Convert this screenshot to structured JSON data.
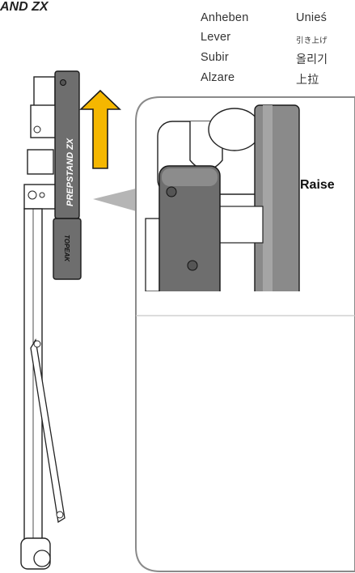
{
  "instructions": {
    "languages": {
      "de": "Anheben",
      "fr": "Lever",
      "pt": "Subir",
      "it": "Alzare",
      "pl": "Unieś",
      "ja": "引き上げ",
      "ko": "올리기",
      "zh": "上拉"
    },
    "raise_label": "Raise"
  },
  "product": {
    "model_label": "PREPSTAND ZX",
    "brand_label": "TOPEAK",
    "detail_model_fragment": "AND ZX"
  },
  "colors": {
    "arrow": "#f5b700",
    "arrow_stroke": "#1a1a1a",
    "stand_dark": "#6e6e6e",
    "stand_mid": "#9a9a9a",
    "highlight_circle": "#f5c400",
    "panel_border": "#8a8a8a",
    "down_arrow": "#a8a8a8"
  },
  "icons": {
    "raise_arrow_main": "up-arrow-icon",
    "raise_arrow_detail": "up-arrow-icon",
    "transition_arrow": "dashed-down-arrow-icon"
  }
}
